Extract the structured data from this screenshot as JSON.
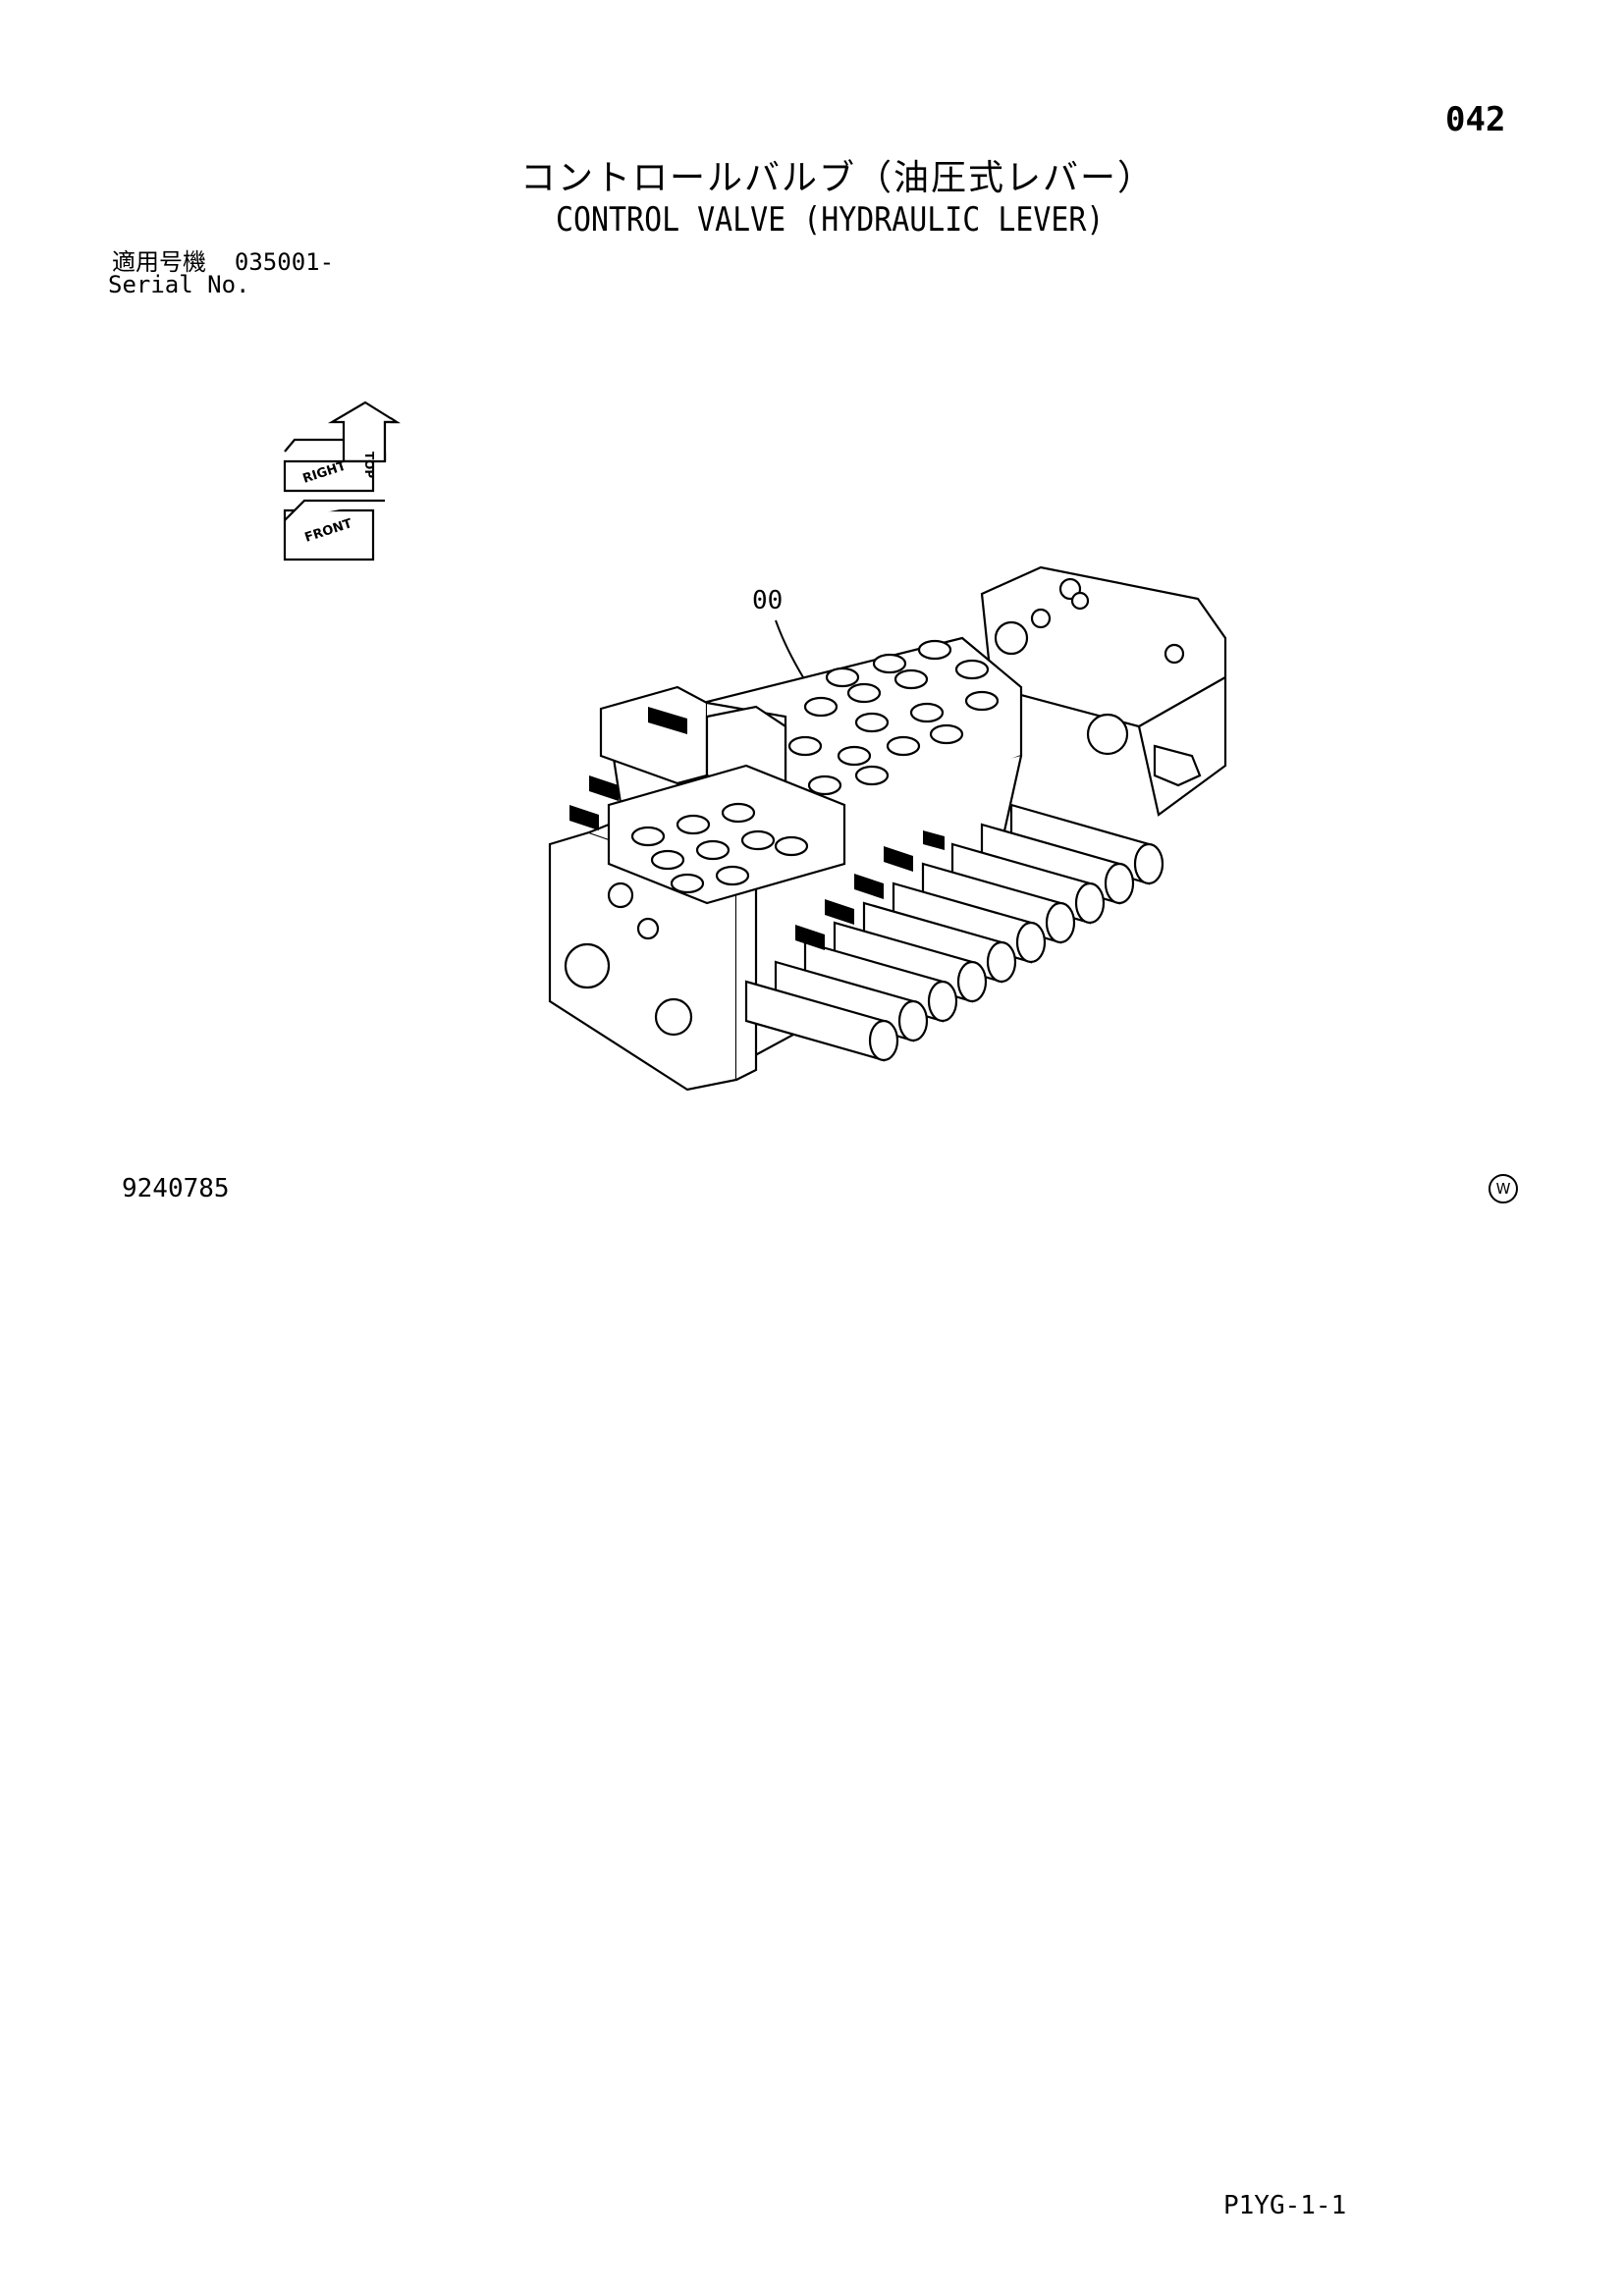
{
  "page_number": "042",
  "title_jp": "コントロールバルブ（油圧式レバー）",
  "title_en": "CONTROL VALVE (HYDRAULIC LEVER)",
  "serial": {
    "label_jp": "適用号機",
    "value": "035001-",
    "label_en": "Serial No."
  },
  "orientation": {
    "top": "TOP",
    "right": "RIGHT",
    "front": "FRONT"
  },
  "part_callout": "00",
  "drawing_number": "9240785",
  "w_mark": "W",
  "footer_code": "P1YG-1-1"
}
